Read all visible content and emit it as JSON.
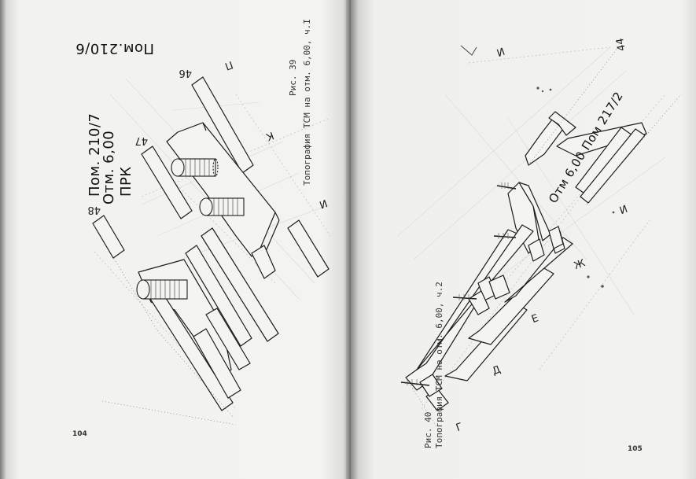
{
  "left_page": {
    "page_number": "104",
    "caption_fig": "Рис. 39",
    "caption_text": "Топография ТСМ на отм. 6,00, ч.I",
    "room_label_1": "Пом.210/6",
    "room_label_2_line1": "ПРК",
    "room_label_2_line2": "Отм. 6,00",
    "room_label_2_line3": "Пом. 210/7",
    "axis_48": "48",
    "axis_47": "47",
    "axis_46": "46",
    "axis_P": "П",
    "axis_K": "К",
    "axis_I": "И"
  },
  "right_page": {
    "page_number": "105",
    "caption_fig": "Рис. 40",
    "caption_text": "Топография ТСМ на отм. 6,00, ч.2",
    "room_label": "Отм 6,00 Пом 217/2",
    "axis_44": "44",
    "axis_I_top": "И",
    "axis_I_right": "И",
    "axis_Zh": "Ж",
    "axis_E": "Е",
    "axis_D": "Д",
    "axis_G": "Г"
  }
}
